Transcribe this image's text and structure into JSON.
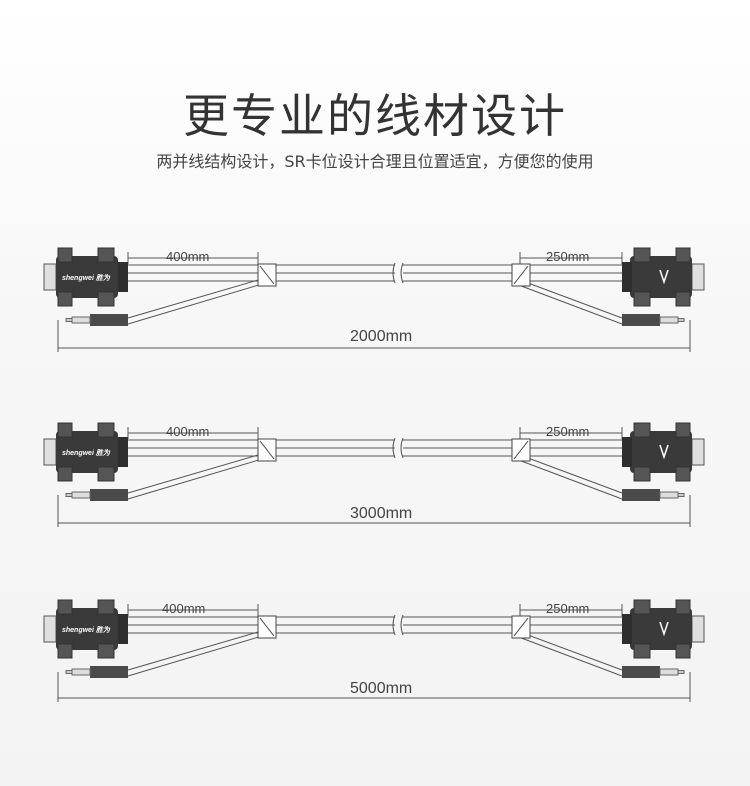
{
  "title": "更专业的线材设计",
  "subtitle": "两并线结构设计，SR卡位设计合理且位置适宜，方便您的使用",
  "brand": "shengwei 胜为",
  "cables": [
    {
      "left_length": "400mm",
      "right_length": "250mm",
      "total_length": "2000mm"
    },
    {
      "left_length": "400mm",
      "right_length": "250mm",
      "total_length": "3000mm"
    },
    {
      "left_length": "400mm",
      "right_length": "250mm",
      "total_length": "5000mm"
    }
  ]
}
